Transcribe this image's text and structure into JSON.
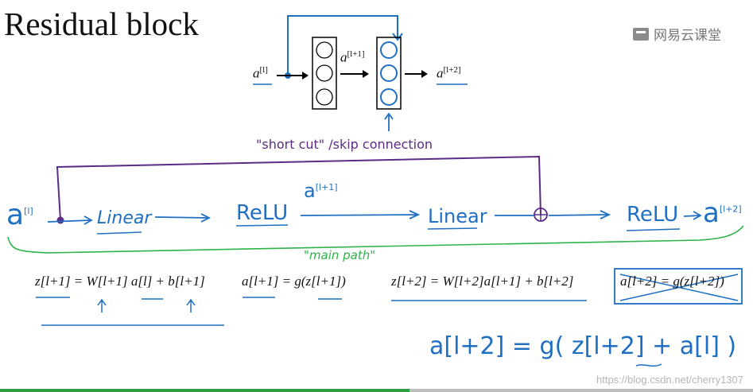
{
  "title": "Residual block",
  "watermark": "网易云课堂",
  "csdn_url": "https://blog.csdn.net/cherry1307",
  "network": {
    "input": "a",
    "input_sup": "[l]",
    "mid": "a",
    "mid_sup": "[l+1]",
    "output": "a",
    "output_sup": "[l+2]"
  },
  "annotations": {
    "shortcut": "\"short cut\" /skip connection",
    "main_path": "\"main path\""
  },
  "pipeline": {
    "a_l": "a",
    "a_l_sup": "[l]",
    "linear1": "Linear",
    "relu1": "ReLU",
    "a_l1": "a",
    "a_l1_sup": "[l+1]",
    "linear2": "Linear",
    "relu2": "ReLU",
    "a_l2": "a",
    "a_l2_sup": "[l+2]"
  },
  "equations": {
    "eq1": "z[l+1] = W[l+1] a[l] + b[l+1]",
    "eq2": "a[l+1] = g(z[l+1])",
    "eq3": "z[l+2] = W[l+2]a[l+1] + b[l+2]",
    "eq4": "a[l+2] = g(z[l+2])",
    "handwritten": "a[l+2] = g( z[l+2] + a[l] )"
  },
  "colors": {
    "blue": "#1f6fc2",
    "purple": "#5b2b86",
    "green": "#2db34a"
  }
}
